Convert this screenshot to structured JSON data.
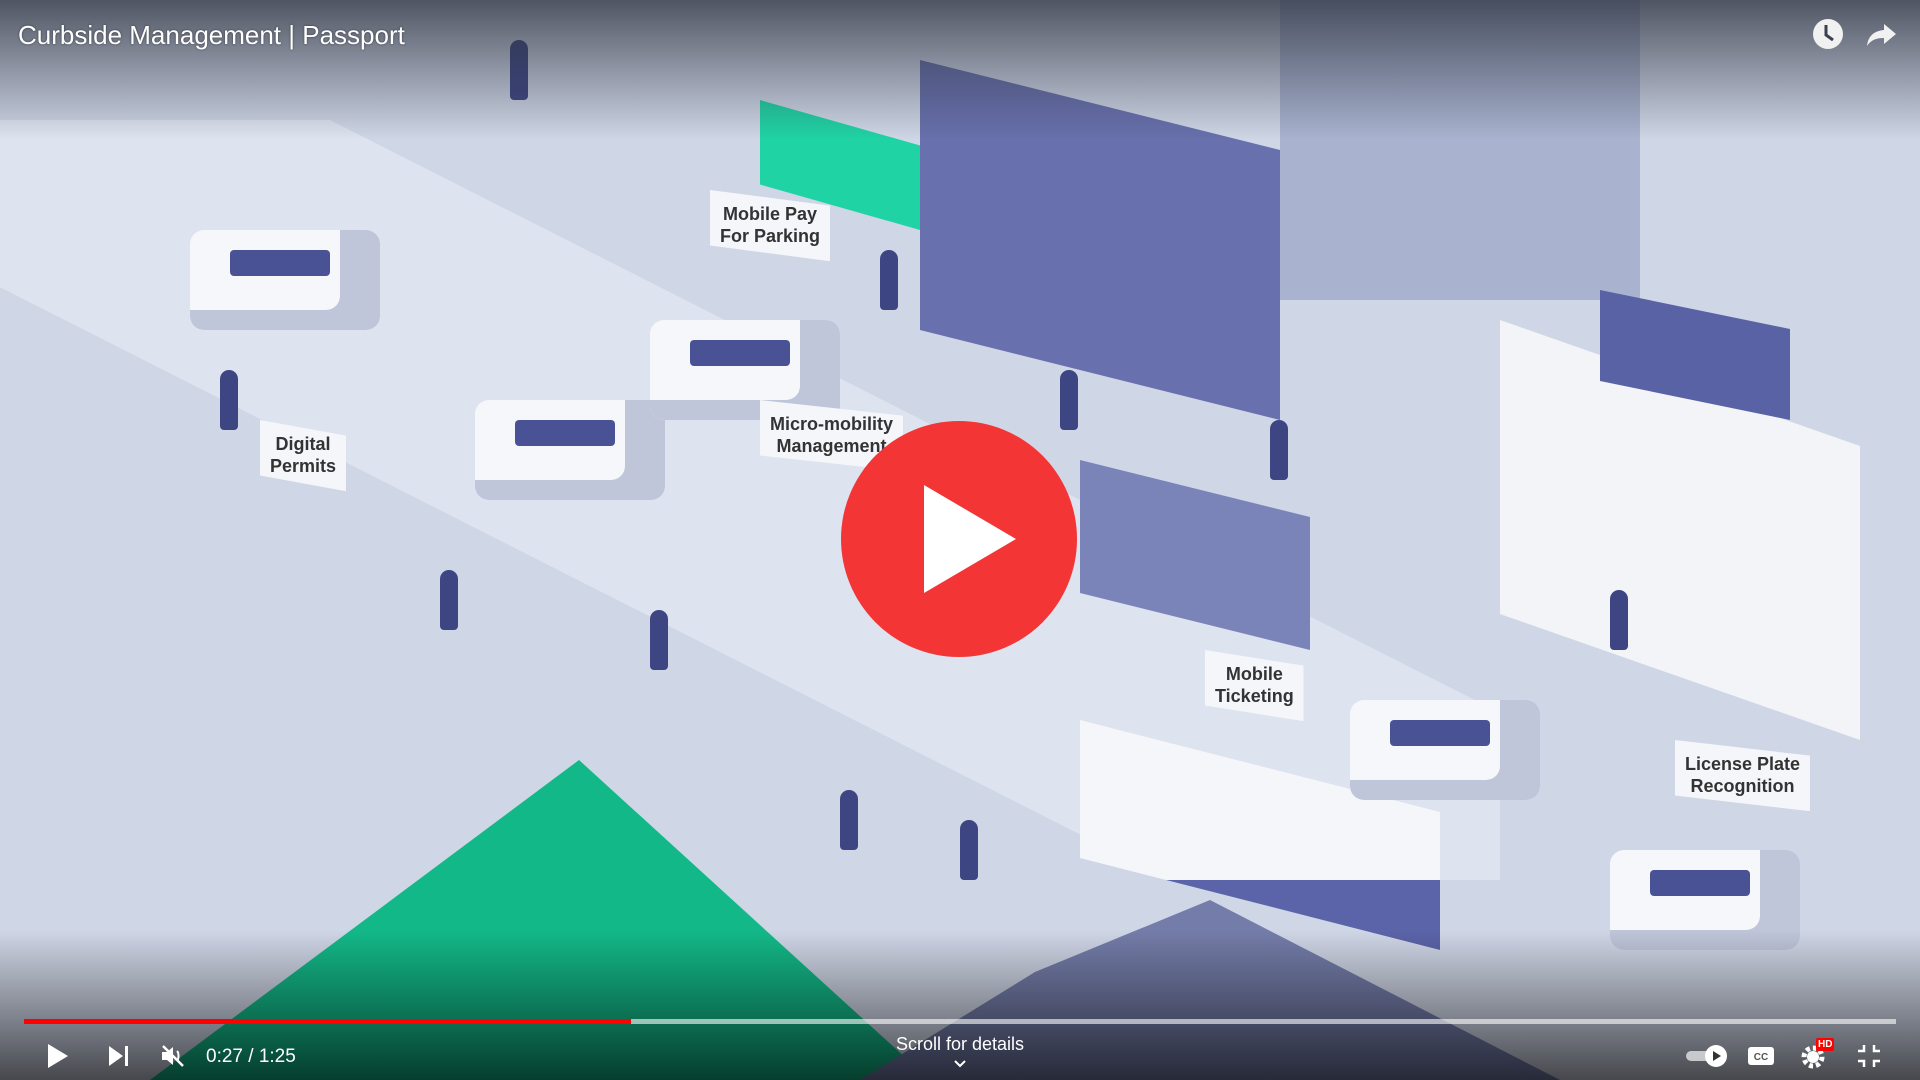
{
  "video": {
    "title": "Curbside Management | Passport",
    "current_time": "0:27",
    "duration": "1:25",
    "time_display": "0:27 / 1:25",
    "progress_percent": 32.4,
    "scroll_hint": "Scroll for details",
    "hd_badge": "HD"
  },
  "scene_signs": [
    "Mobile Pay\nFor Parking",
    "Digital\nPermits",
    "Micro-mobility\nManagement",
    "Mobile\nTicketing",
    "License Plate\nRecognition"
  ],
  "icons": {
    "watch_later": "clock-icon",
    "share": "share-icon",
    "play": "play-icon",
    "next": "next-icon",
    "mute": "muted-volume-icon",
    "autoplay": "autoplay-toggle-icon",
    "captions": "cc-icon",
    "settings": "gear-icon",
    "exit_fullscreen": "exit-fullscreen-icon"
  },
  "colors": {
    "accent": "#ff0000",
    "play_button": "#f33536"
  }
}
